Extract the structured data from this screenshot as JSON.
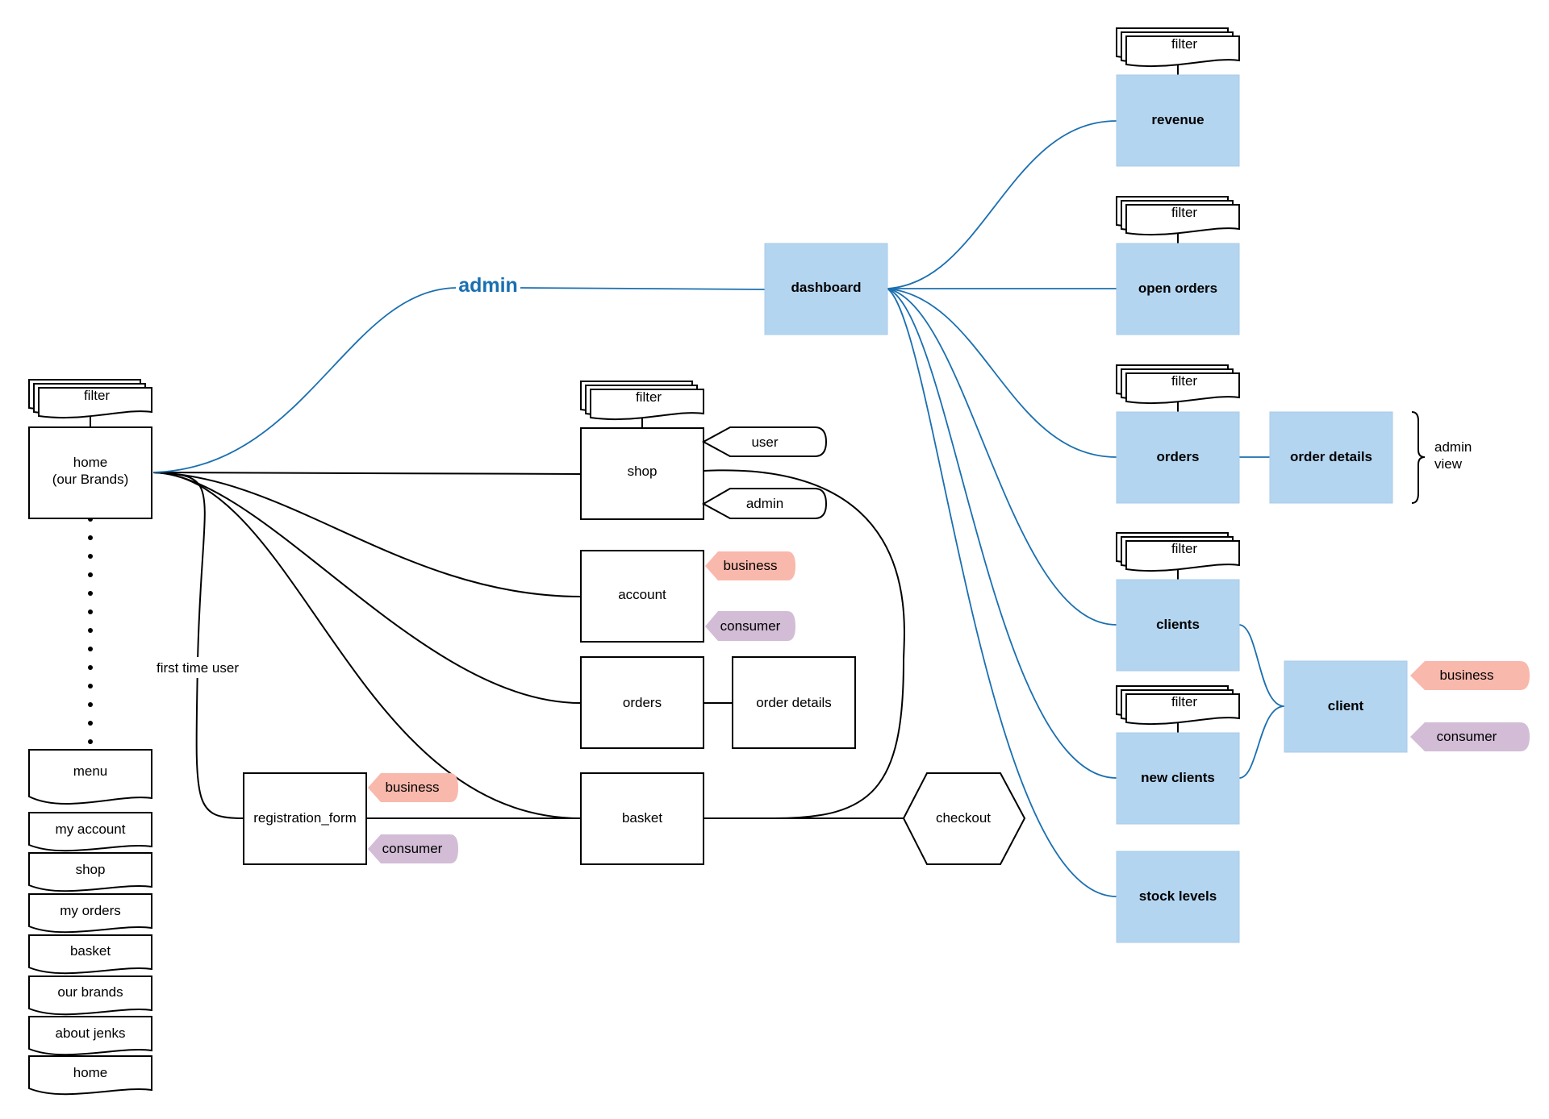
{
  "edge_labels": {
    "admin": "admin",
    "first_time_user": "first time user",
    "admin_view_line1": "admin",
    "admin_view_line2": "view"
  },
  "public": {
    "home_line1": "home",
    "home_line2": "(our Brands)",
    "home_filter": "filter",
    "shop": "shop",
    "shop_filter": "filter",
    "shop_user": "user",
    "shop_admin": "admin",
    "account": "account",
    "orders": "orders",
    "order_details": "order details",
    "basket": "basket",
    "checkout": "checkout",
    "registration_form": "registration_form"
  },
  "tags": {
    "account_business": "business",
    "account_consumer": "consumer",
    "reg_business": "business",
    "reg_consumer": "consumer",
    "client_business": "business",
    "client_consumer": "consumer"
  },
  "menu_items": [
    "menu",
    "my account",
    "shop",
    "my orders",
    "basket",
    "our brands",
    "about jenks",
    "home"
  ],
  "admin_area": {
    "dashboard": "dashboard",
    "revenue": "revenue",
    "revenue_filter": "filter",
    "open_orders": "open orders",
    "open_orders_filter": "filter",
    "orders": "orders",
    "orders_filter": "filter",
    "order_details": "order details",
    "clients": "clients",
    "clients_filter": "filter",
    "new_clients": "new clients",
    "new_clients_filter": "filter",
    "stock_levels": "stock levels",
    "client": "client"
  },
  "colors": {
    "admin_box": "#b4d5f0",
    "admin_line": "#1a6fb0",
    "business_tag": "#f9b8ac",
    "consumer_tag": "#d2bcd6"
  }
}
